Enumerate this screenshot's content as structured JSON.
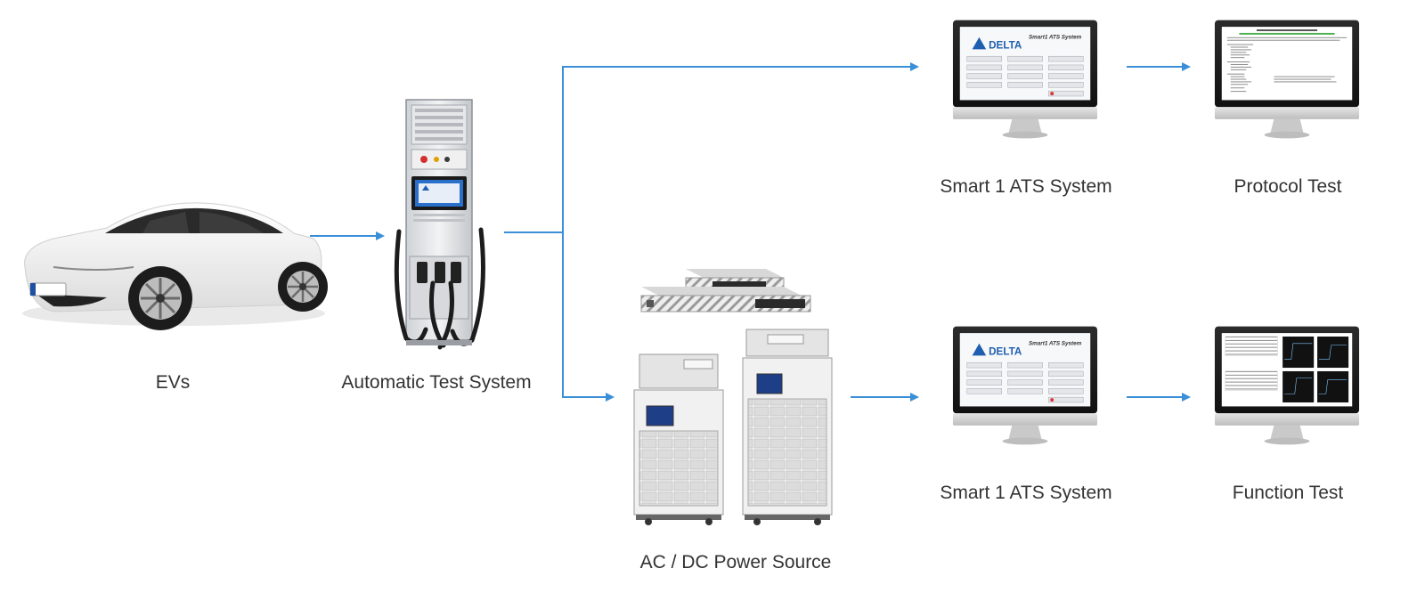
{
  "colors": {
    "arrow": "#3a8fd6",
    "text": "#333333",
    "brand": "#1f5fb0"
  },
  "labels": {
    "evs": "EVs",
    "ats": "Automatic Test System",
    "power_source": "AC / DC Power Source",
    "smart_ats_top": "Smart 1 ATS System",
    "protocol_test": "Protocol Test",
    "smart_ats_bottom": "Smart 1 ATS System",
    "function_test": "Function Test"
  },
  "screens": {
    "brand": "DELTA",
    "app_title": "Smart1 ATS System"
  },
  "icons": {
    "car": "ev-car-icon",
    "ats": "charger-cabinet-icon",
    "power": "power-supply-icon",
    "monitor": "monitor-icon"
  }
}
